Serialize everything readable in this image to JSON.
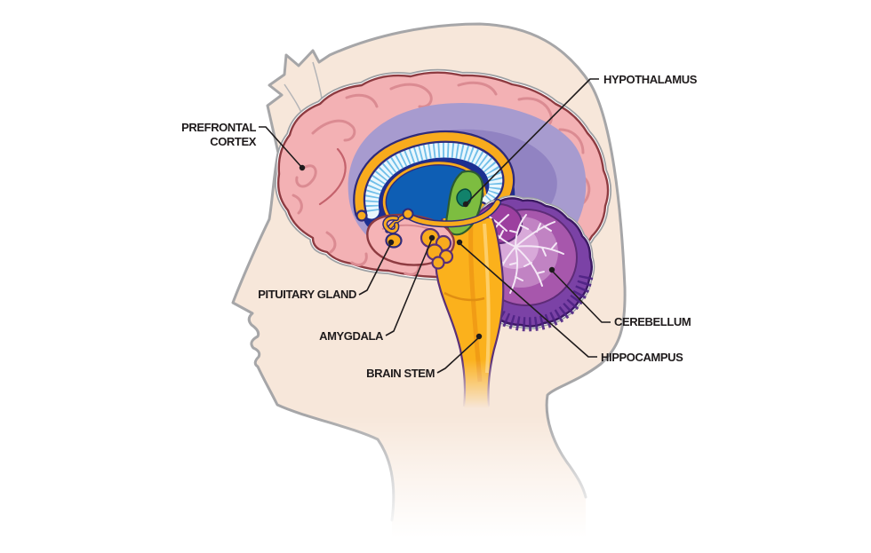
{
  "figure": {
    "type": "anatomical-diagram",
    "subject": "Human brain structures shown in a head profile (sagittal view)"
  },
  "labels": {
    "prefrontal_cortex_line1": "PREFRONTAL",
    "prefrontal_cortex_line2": "CORTEX",
    "hypothalamus": "HYPOTHALAMUS",
    "pituitary_gland": "PITUITARY GLAND",
    "amygdala": "AMYGDALA",
    "brain_stem": "BRAIN STEM",
    "cerebellum": "CEREBELLUM",
    "hippocampus": "HIPPOCAMPUS"
  },
  "colors": {
    "skin": "#F7E7DA",
    "head_outline": "#A6A6A8",
    "meninges_gray": "#9DA0A4",
    "cortex_pink": "#F3B1B4",
    "cortex_outline": "#8E3B41",
    "gyri_line": "#DB8B92",
    "inner_purple": "#A79BCF",
    "inner_purple_shade": "#8A7BBE",
    "deep_navy": "#1C2F92",
    "ventricle_blue": "#0E5EB4",
    "fringe_light": "#EAF7FD",
    "fringe_slats": "#6FBEE9",
    "structure_yellow": "#F8AB1D",
    "structure_outline_dark": "#2E2A7B",
    "hypothalamus_green": "#7DBD40",
    "hypothalamus_spot_teal": "#12826B",
    "thalamus_pink": "#F5B3B6",
    "brainstem_yellow": "#FBB11C",
    "brainstem_shade": "#EE9914",
    "amygdala_outline": "#5A3078",
    "cerebellum_outer": "#7B42A6",
    "cerebellum_rim_dark": "#4E2284",
    "cerebellum_mid": "#A757AC",
    "cerebellum_light": "#C183C3",
    "cerebellum_core": "#D8A9D9",
    "arbor_vitae_white": "#F4E7F6",
    "label_text": "#1F1B1C"
  }
}
